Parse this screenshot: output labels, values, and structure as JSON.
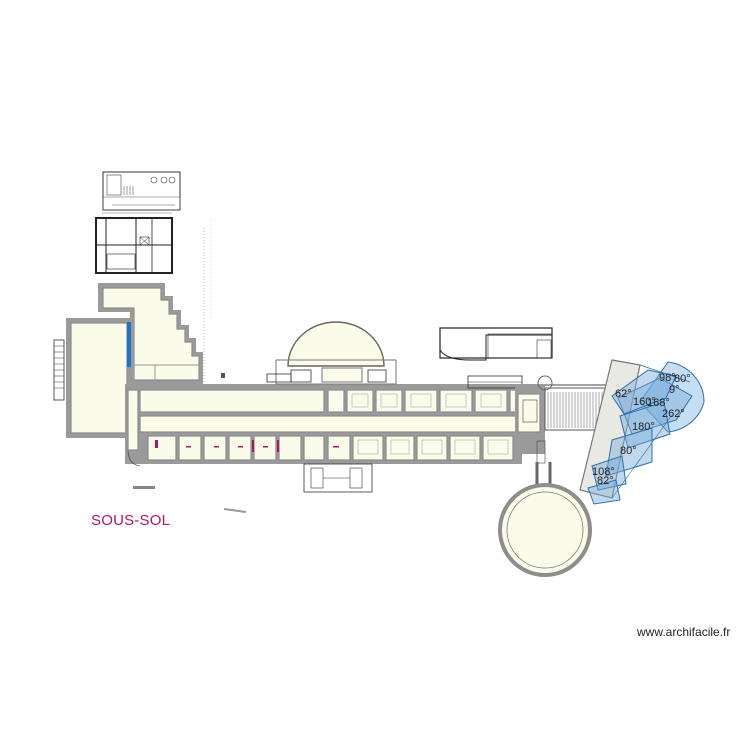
{
  "floor": {
    "label": "SOUS-SOL",
    "label_color": "#b0155f"
  },
  "watermark": "www.archifacile.fr",
  "angles": {
    "a1": "98°",
    "a2": "80°",
    "a3": "62°",
    "a4": "9°",
    "a5": "160°",
    "a6": "168°",
    "a7": "262°",
    "a8": "180°",
    "a9": "80°",
    "a10": "108°",
    "a11": "82°"
  },
  "colors": {
    "room_fill": "#fbfbe9",
    "wall": "#9a9a9a",
    "selection": "#2f6fae",
    "highlight_wall": "#1f73c8"
  }
}
